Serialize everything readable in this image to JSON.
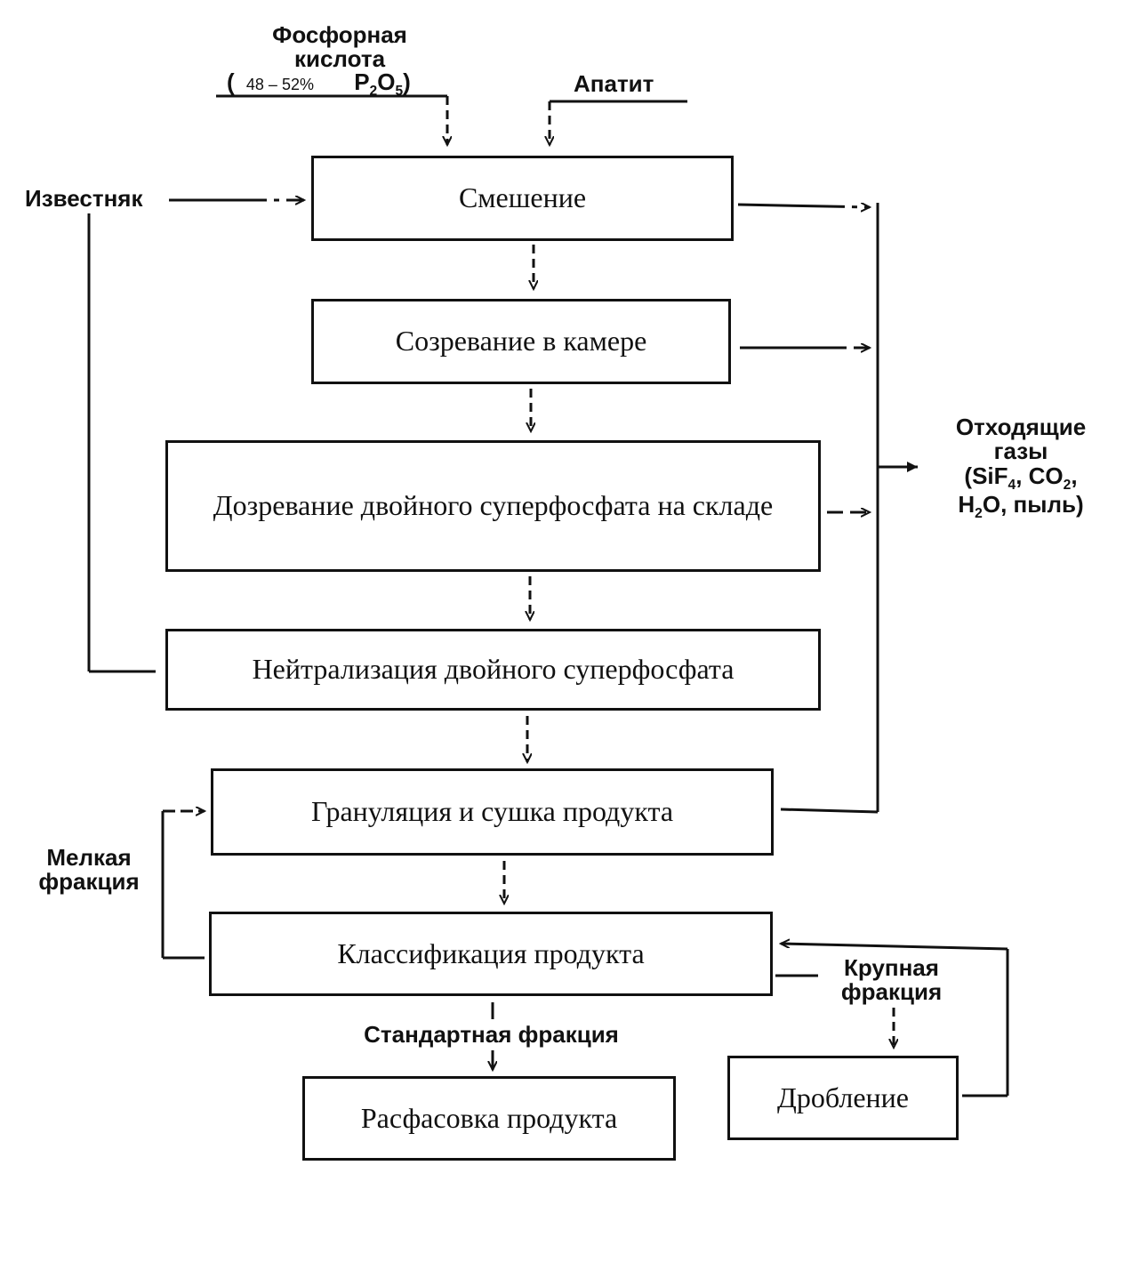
{
  "inputs": {
    "acid_line1": "Фосфорная",
    "acid_line2": "кислота",
    "acid_open": "(",
    "acid_conc": "48 – 52%",
    "acid_formula": "P",
    "acid_formula_sub1": "2",
    "acid_formula_o": "O",
    "acid_formula_sub2": "5",
    "acid_close": ")",
    "apatite": "Апатит",
    "limestone": "Известняк"
  },
  "steps": {
    "mixing": "Смешение",
    "ripening": "Созревание в камере",
    "storage_ripening": "Дозревание двойного суперфосфата на складе",
    "neutralization": "Нейтрализация двойного суперфосфата",
    "granulation": "Грануляция и сушка продукта",
    "classification": "Классификация продукта",
    "packaging": "Расфасовка продукта",
    "crushing": "Дробление"
  },
  "gases": {
    "line1": "Отходящие",
    "line2": "газы",
    "line3_a": "(SiF",
    "line3_sub": "4",
    "line3_b": ", CO",
    "line3_sub2": "2",
    "line3_c": ",",
    "line4_a": "H",
    "line4_sub": "2",
    "line4_b": "O, пыль)"
  },
  "fractions": {
    "fine_line1": "Мелкая",
    "fine_line2": "фракция",
    "coarse_line1": "Крупная",
    "coarse_line2": "фракция",
    "standard": "Стандартная фракция"
  }
}
